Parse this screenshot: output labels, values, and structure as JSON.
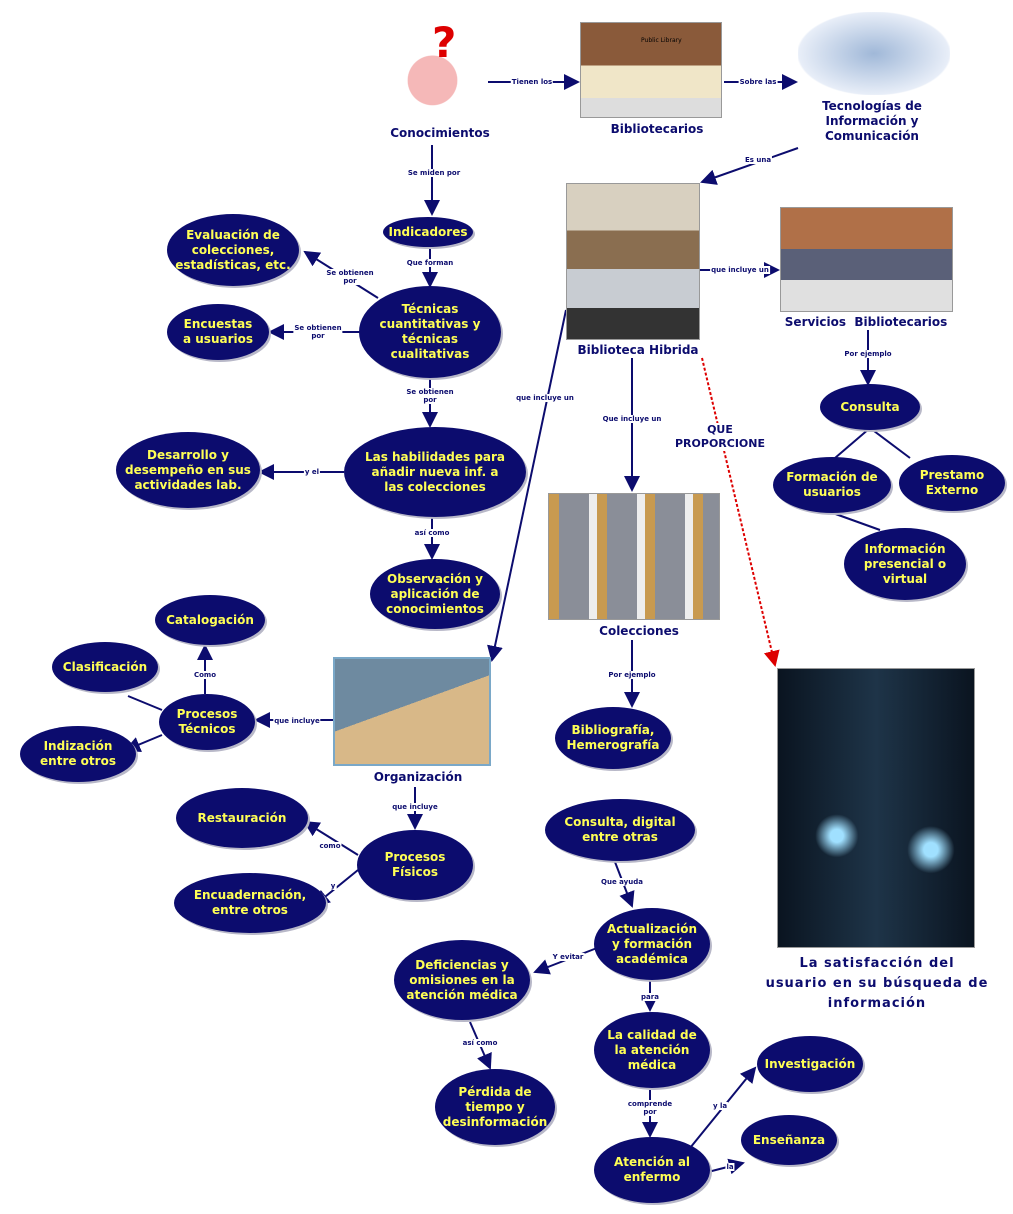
{
  "images": {
    "conocimientos": "Conocimientos",
    "bibliotecarios": "Bibliotecarios",
    "tic": "Tecnologías de\nInformación y\nComunicación",
    "hibrida": "Biblioteca Hibrida",
    "servicios": "Servicios  Bibliotecarios",
    "colecciones": "Colecciones",
    "organizacion": "Organización",
    "satisfaccion": "La satisfacción del\nusuario en su búsqueda de\ninformación",
    "public_library": "Public Library"
  },
  "nodes": {
    "indicadores": "Indicadores",
    "evaluacion": "Evaluación de\ncolecciones,\nestadísticas, etc.",
    "tecnicas": "Técnicas\ncuantitativas y\ntécnicas\ncualitativas",
    "encuestas": "Encuestas\na usuarios",
    "habilidades": "Las habilidades para\nañadir nueva inf. a\nlas colecciones",
    "desarrollo": "Desarrollo y\ndesempeño en sus\nactividades lab.",
    "observacion": "Observación y\naplicación de\nconocimientos",
    "catalogacion": "Catalogación",
    "clasificacion": "Clasificación",
    "procesos_tecnicos": "Procesos\nTécnicos",
    "indizacion": "Indización\nentre otros",
    "restauracion": "Restauración",
    "procesos_fisicos": "Procesos\nFísicos",
    "encuadernacion": "Encuadernación,\nentre otros",
    "consulta": "Consulta",
    "formacion": "Formación de\nusuarios",
    "prestamo": "Prestamo\nExterno",
    "informacion": "Información\npresencial o\nvirtual",
    "bibliografia": "Bibliografía,\nHemerografía",
    "consulta_digital": "Consulta, digital\nentre otras",
    "actualizacion": "Actualización\ny formación\nacadémica",
    "deficiencias": "Deficiencias y\nomisiones en la\natención médica",
    "calidad": "La calidad de\nla atención\nmédica",
    "perdida": "Pérdida de\ntiempo y\ndesinformación",
    "atencion": "Atención al\nenfermo",
    "investigacion": "Investigación",
    "ensenanza": "Enseñanza"
  },
  "links": {
    "tienen": "Tienen los",
    "sobre": "Sobre las",
    "es_una": "Es una",
    "miden": "Se miden por",
    "forman": "Que forman",
    "obt1": "Se obtienen\npor",
    "obt2": "Se obtienen\npor",
    "obt3": "Se obtienen\npor",
    "y_el": "y el",
    "asi": "así como",
    "incluye_hib": "que incluye un",
    "incluye_serv": "que incluye un",
    "incluye_col": "Que incluye un",
    "por_ej1": "Por ejemplo",
    "por_ej2": "Por ejemplo",
    "como1": "Como",
    "incluye_pt": "que incluye",
    "incluye_pf": "que incluye",
    "como2": "como",
    "y": "y",
    "ayuda": "Que ayuda",
    "evitar": "Y evitar",
    "para": "para",
    "asi2": "así como",
    "comprende": "comprende\npor",
    "y_la": "y la",
    "la": "la",
    "proporcione": "QUE\nPROPORCIONE"
  }
}
